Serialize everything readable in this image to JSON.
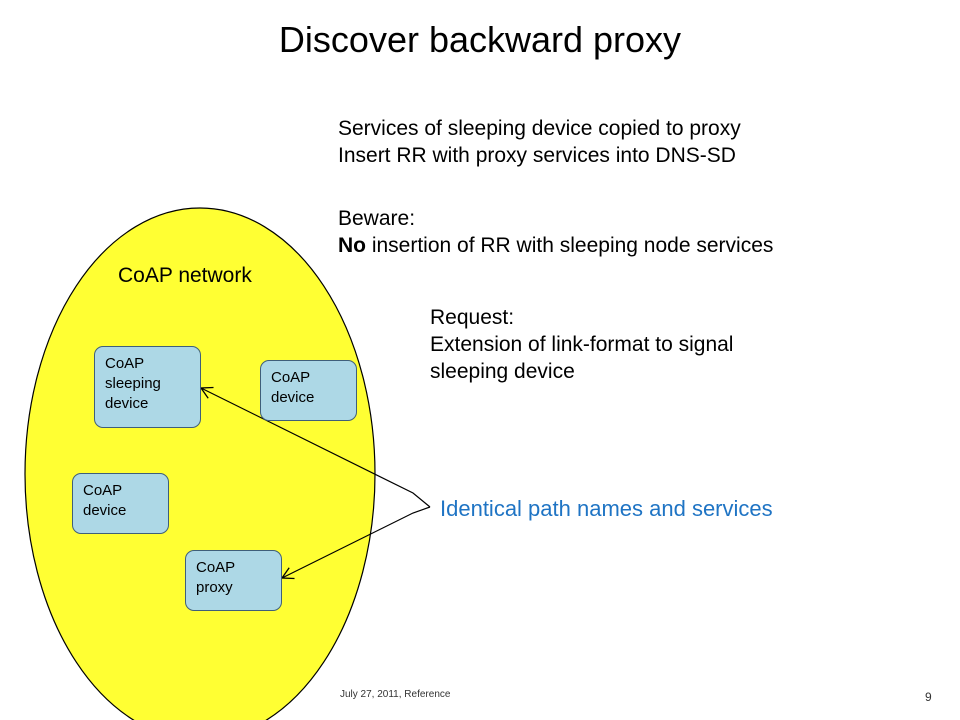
{
  "title": "Discover backward proxy",
  "services_block": {
    "line1": "Services of sleeping device copied to proxy",
    "line2": "Insert RR with proxy services into DNS-SD"
  },
  "beware_block": {
    "heading": "Beware:",
    "emphasis": "No",
    "rest": " insertion of RR with sleeping node services"
  },
  "request_block": {
    "line1": "Request:",
    "line2": "Extension of link-format to signal",
    "line3": "sleeping device"
  },
  "diagram": {
    "network_label": "CoAP network",
    "network_color": "#ffff33",
    "node_color": "#add8e6",
    "sleeping_node": {
      "line1": "CoAP",
      "line2": "sleeping",
      "line3": "device"
    },
    "device_node_right": {
      "line1": "CoAP",
      "line2": "device"
    },
    "device_node_left": {
      "line1": "CoAP",
      "line2": "device"
    },
    "proxy_node": {
      "line1": "CoAP",
      "line2": "proxy"
    },
    "callout_text": "Identical path names and services",
    "callout_color": "#1f74c4"
  },
  "footer": {
    "date": "July 27, 2011, Reference",
    "page_number": "9"
  }
}
